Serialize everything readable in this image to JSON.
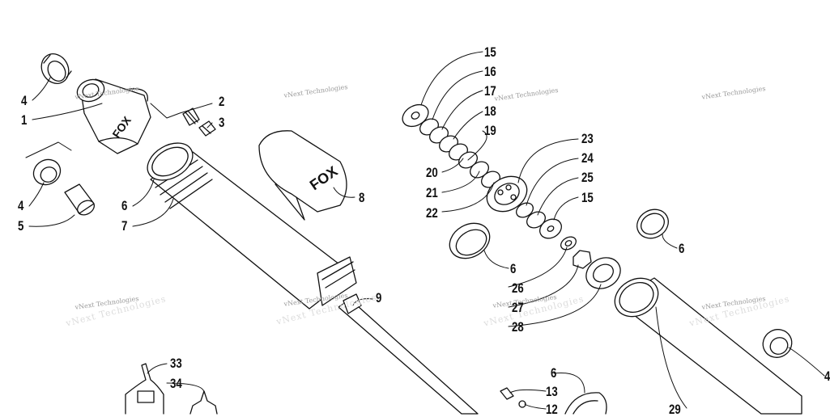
{
  "diagram": {
    "watermark": "vNext Technologies",
    "brand_mark": "FOX",
    "callouts": {
      "c4a": "4",
      "c1": "1",
      "c2": "2",
      "c3": "3",
      "c4b": "4",
      "c5": "5",
      "c6a": "6",
      "c7": "7",
      "c8": "8",
      "c9": "9",
      "c15a": "15",
      "c16": "16",
      "c17": "17",
      "c18": "18",
      "c19": "19",
      "c20": "20",
      "c21": "21",
      "c22": "22",
      "c23": "23",
      "c24": "24",
      "c25": "25",
      "c15b": "15",
      "c6b": "6",
      "c26": "26",
      "c27": "27",
      "c28": "28",
      "c6c": "6",
      "c29": "29",
      "c4c": "4",
      "c33": "33",
      "c34": "34",
      "c6d": "6",
      "c13": "13",
      "c12": "12"
    }
  }
}
